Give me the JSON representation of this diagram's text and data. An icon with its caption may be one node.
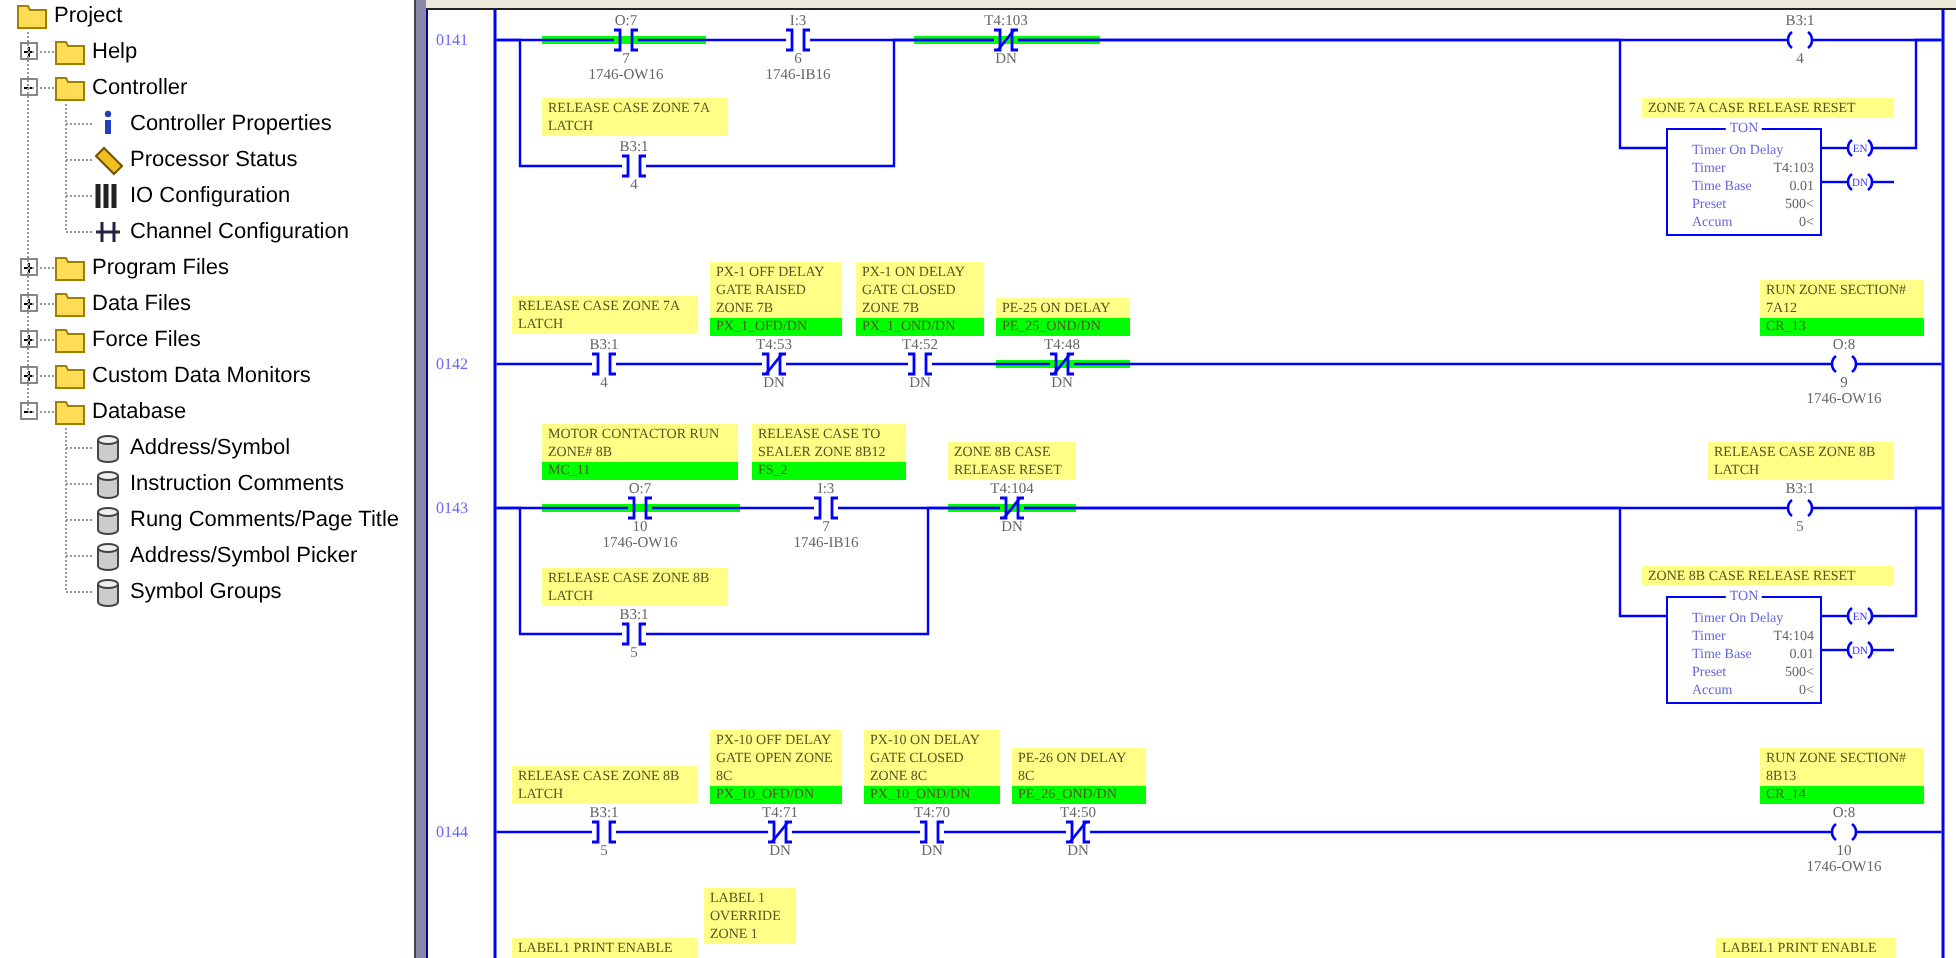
{
  "diagram": {
    "nodes": [
      {
        "text": [
          "Project"
        ]
      },
      {
        "text": [
          "Help"
        ]
      },
      {
        "text": [
          "Controller"
        ]
      },
      {
        "text": [
          "Controller Properties"
        ]
      },
      {
        "text": [
          "Processor Status"
        ]
      },
      {
        "text": [
          "IO Configuration"
        ]
      },
      {
        "text": [
          "Channel Configuration"
        ]
      },
      {
        "text": [
          "Program Files"
        ]
      },
      {
        "text": [
          "Data Files"
        ]
      },
      {
        "text": [
          "Force Files"
        ]
      },
      {
        "text": [
          "Custom Data Monitors"
        ]
      },
      {
        "text": [
          "Database"
        ]
      },
      {
        "text": [
          "Address/Symbol"
        ]
      },
      {
        "text": [
          "Instruction Comments"
        ]
      },
      {
        "text": [
          "Rung Comments/Page Title"
        ]
      },
      {
        "text": [
          "Address/Symbol Picker"
        ]
      },
      {
        "text": [
          "Symbol Groups"
        ]
      },
      {
        "text": [
          "RELEASE CASE ZONE 7A LATCH"
        ]
      },
      {
        "text": [
          "ZONE 7A CASE RELEASE RESET"
        ]
      },
      {
        "text": [
          "TON",
          "Timer On Delay",
          "Timer",
          "T4:103",
          "Time Base",
          "0.01",
          "Preset",
          "500<",
          "Accum",
          "0<"
        ]
      },
      {
        "text": [
          "RELEASE CASE ZONE 7A LATCH"
        ]
      },
      {
        "text": [
          "PX-1 OFF DELAY GATE RAISED ZONE 7B",
          "PX_1_OFD/DN"
        ]
      },
      {
        "text": [
          "PX-1 ON DELAY GATE CLOSED ZONE 7B",
          "PX_1_OND/DN"
        ]
      },
      {
        "text": [
          "PE-25 ON DELAY",
          "PE_25_OND/DN"
        ]
      },
      {
        "text": [
          "RUN ZONE SECTION# 7A12",
          "CR_13"
        ]
      },
      {
        "text": [
          "MOTOR CONTACTOR RUN ZONE# 8B",
          "MC_11"
        ]
      },
      {
        "text": [
          "RELEASE CASE TO SEALER ZONE 8B12",
          "FS_2"
        ]
      },
      {
        "text": [
          "ZONE 8B CASE RELEASE RESET"
        ]
      },
      {
        "text": [
          "RELEASE CASE ZONE 8B LATCH"
        ]
      },
      {
        "text": [
          "RELEASE CASE ZONE 8B LATCH"
        ]
      },
      {
        "text": [
          "ZONE 8B CASE RELEASE RESET"
        ]
      },
      {
        "text": [
          "TON",
          "Timer On Delay",
          "Timer",
          "T4:104",
          "Time Base",
          "0.01",
          "Preset",
          "500<",
          "Accum",
          "0<"
        ]
      },
      {
        "text": [
          "RELEASE CASE ZONE 8B LATCH"
        ]
      },
      {
        "text": [
          "PX-10 OFF DELAY GATE OPEN ZONE 8C",
          "PX_10_OFD/DN"
        ]
      },
      {
        "text": [
          "PX-10 ON DELAY GATE CLOSED ZONE 8C",
          "PX_10_OND/DN"
        ]
      },
      {
        "text": [
          "PE-26 ON DELAY 8C",
          "PE_26_OND/DN"
        ]
      },
      {
        "text": [
          "RUN ZONE SECTION# 8B13",
          "CR_14"
        ]
      },
      {
        "text": [
          "LABEL 1 OVERRIDE ZONE 1"
        ]
      },
      {
        "text": [
          "LABEL1 PRINT ENABLE"
        ]
      },
      {
        "text": [
          "LABEL1 PRINT ENABLE"
        ]
      },
      {
        "text": [],
        "shape": "bar"
      },
      {
        "text": [],
        "shape": "bar"
      },
      {
        "text": [],
        "shape": "contact",
        "beside": [
          "O:7",
          "7",
          "1746-OW16"
        ]
      },
      {
        "text": [],
        "shape": "contact",
        "beside": [
          "I:3",
          "6",
          "1746-IB16"
        ]
      },
      {
        "text": [],
        "shape": "contact",
        "beside": [
          "T4:103",
          "DN"
        ]
      },
      {
        "text": [],
        "shape": "contact",
        "beside": [
          "B3:1",
          "4"
        ]
      },
      {
        "text": [],
        "shape": "coil",
        "beside": [
          "B3:1",
          "4"
        ]
      },
      {
        "text": [
          "EN"
        ]
      },
      {
        "text": [
          "DN"
        ]
      },
      {
        "text": [],
        "shape": "contact",
        "beside": [
          "B3:1",
          "4"
        ]
      },
      {
        "text": [],
        "shape": "contact",
        "beside": [
          "T4:53",
          "DN"
        ]
      },
      {
        "text": [],
        "shape": "contact",
        "beside": [
          "T4:52",
          "DN"
        ]
      },
      {
        "text": [],
        "shape": "contact",
        "beside": [
          "T4:48",
          "DN"
        ]
      },
      {
        "text": [],
        "shape": "coil",
        "beside": [
          "O:8",
          "9",
          "1746-OW16"
        ]
      },
      {
        "text": [],
        "shape": "contact",
        "beside": [
          "O:7",
          "10",
          "1746-OW16"
        ]
      },
      {
        "text": [],
        "shape": "contact",
        "beside": [
          "I:3",
          "7",
          "1746-IB16"
        ]
      },
      {
        "text": [],
        "shape": "contact",
        "beside": [
          "T4:104",
          "DN"
        ]
      },
      {
        "text": [],
        "shape": "contact",
        "beside": [
          "B3:1",
          "5"
        ]
      },
      {
        "text": [],
        "shape": "coil",
        "beside": [
          "B3:1",
          "5"
        ]
      },
      {
        "text": [
          "EN"
        ]
      },
      {
        "text": [
          "DN"
        ]
      },
      {
        "text": [],
        "shape": "contact",
        "beside": [
          "B3:1",
          "5"
        ]
      },
      {
        "text": [],
        "shape": "contact",
        "beside": [
          "T4:71",
          "DN"
        ]
      },
      {
        "text": [],
        "shape": "contact",
        "beside": [
          "T4:70",
          "DN"
        ]
      },
      {
        "text": [],
        "shape": "contact",
        "beside": [
          "T4:50",
          "DN"
        ]
      },
      {
        "text": [],
        "shape": "coil",
        "beside": [
          "O:8",
          "10",
          "1746-OW16"
        ]
      }
    ],
    "edges": [
      {
        "from": 0,
        "to": 1,
        "arrow": "none",
        "style": "dashed",
        "color": "#999999"
      },
      {
        "from": 0,
        "to": 2,
        "arrow": "none",
        "style": "dashed",
        "color": "#999999"
      },
      {
        "from": 2,
        "to": 3,
        "arrow": "none",
        "style": "dashed",
        "color": "#999999"
      },
      {
        "from": 2,
        "to": 4,
        "arrow": "none",
        "style": "dashed",
        "color": "#999999"
      },
      {
        "from": 2,
        "to": 5,
        "arrow": "none",
        "style": "dashed",
        "color": "#999999"
      },
      {
        "from": 2,
        "to": 6,
        "arrow": "none",
        "style": "dashed",
        "color": "#999999"
      },
      {
        "from": 0,
        "to": 7,
        "arrow": "none",
        "style": "dashed",
        "color": "#999999"
      },
      {
        "from": 0,
        "to": 8,
        "arrow": "none",
        "style": "dashed",
        "color": "#999999"
      },
      {
        "from": 0,
        "to": 9,
        "arrow": "none",
        "style": "dashed",
        "color": "#999999"
      },
      {
        "from": 0,
        "to": 10,
        "arrow": "none",
        "style": "dashed",
        "color": "#999999"
      },
      {
        "from": 0,
        "to": 11,
        "arrow": "none",
        "style": "dashed",
        "color": "#999999"
      },
      {
        "from": 11,
        "to": 12,
        "arrow": "none",
        "style": "dashed",
        "color": "#999999"
      },
      {
        "from": 11,
        "to": 13,
        "arrow": "none",
        "style": "dashed",
        "color": "#999999"
      },
      {
        "from": 11,
        "to": 14,
        "arrow": "none",
        "style": "dashed",
        "color": "#999999"
      },
      {
        "from": 11,
        "to": 15,
        "arrow": "none",
        "style": "dashed",
        "color": "#999999"
      },
      {
        "from": 11,
        "to": 16,
        "arrow": "none",
        "style": "dashed",
        "color": "#999999"
      },
      {
        "from": 40,
        "to": 42,
        "arrow": "none"
      },
      {
        "from": 42,
        "to": 43,
        "arrow": "none"
      },
      {
        "from": 43,
        "to": 44,
        "arrow": "none"
      },
      {
        "from": 40,
        "to": 45,
        "arrow": "none"
      },
      {
        "from": 45,
        "to": 44,
        "arrow": "none"
      },
      {
        "from": 44,
        "to": 46,
        "arrow": "none"
      },
      {
        "from": 44,
        "to": 19,
        "arrow": "none"
      },
      {
        "from": 46,
        "to": 41,
        "arrow": "none"
      },
      {
        "from": 19,
        "to": 47,
        "arrow": "none"
      },
      {
        "from": 47,
        "to": 41,
        "arrow": "none"
      },
      {
        "from": 19,
        "to": 48,
        "arrow": "none"
      },
      {
        "from": 48,
        "to": null,
        "arrow": "none"
      },
      {
        "from": 40,
        "to": 49,
        "arrow": "none"
      },
      {
        "from": 49,
        "to": 50,
        "arrow": "none"
      },
      {
        "from": 50,
        "to": 51,
        "arrow": "none"
      },
      {
        "from": 51,
        "to": 52,
        "arrow": "none"
      },
      {
        "from": 52,
        "to": 53,
        "arrow": "none"
      },
      {
        "from": 53,
        "to": 41,
        "arrow": "none"
      },
      {
        "from": 40,
        "to": 54,
        "arrow": "none"
      },
      {
        "from": 54,
        "to": 55,
        "arrow": "none"
      },
      {
        "from": 55,
        "to": 56,
        "arrow": "none"
      },
      {
        "from": 40,
        "to": 57,
        "arrow": "none"
      },
      {
        "from": 57,
        "to": 56,
        "arrow": "none"
      },
      {
        "from": 56,
        "to": 58,
        "arrow": "none"
      },
      {
        "from": 56,
        "to": 31,
        "arrow": "none"
      },
      {
        "from": 58,
        "to": 41,
        "arrow": "none"
      },
      {
        "from": 31,
        "to": 59,
        "arrow": "none"
      },
      {
        "from": 59,
        "to": 41,
        "arrow": "none"
      },
      {
        "from": 31,
        "to": 60,
        "arrow": "none"
      },
      {
        "from": 60,
        "to": null,
        "arrow": "none"
      },
      {
        "from": 40,
        "to": 61,
        "arrow": "none"
      },
      {
        "from": 61,
        "to": 62,
        "arrow": "none"
      },
      {
        "from": 62,
        "to": 63,
        "arrow": "none"
      },
      {
        "from": 63,
        "to": 64,
        "arrow": "none"
      },
      {
        "from": 64,
        "to": 65,
        "arrow": "none"
      },
      {
        "from": 65,
        "to": 41,
        "arrow": "none"
      }
    ],
    "labels": [
      "0141",
      "0142",
      "0143",
      "0144"
    ]
  }
}
